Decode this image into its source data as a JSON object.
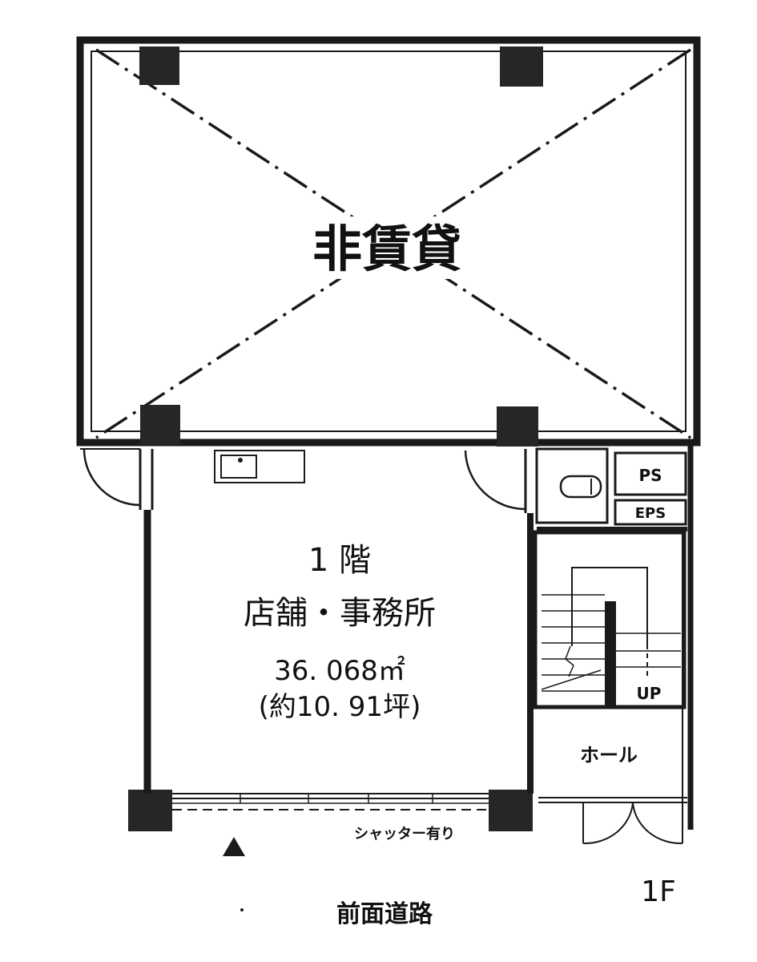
{
  "plan": {
    "not_for_rent_label": "非賃貸",
    "floor_name": "1 階",
    "use_label": "店舗・事務所",
    "area_sqm": "36. 068㎡",
    "area_tsubo": "(約10. 91坪)",
    "hall_label": "ホール",
    "stair_up_label": "UP",
    "ps_label": "PS",
    "eps_label": "EPS",
    "shutter_label": "シャッター有り",
    "road_label": "前面道路",
    "floor_tag": "1F"
  },
  "colors": {
    "line": "#1a1a1a",
    "column": "#262626",
    "background": "#ffffff"
  }
}
